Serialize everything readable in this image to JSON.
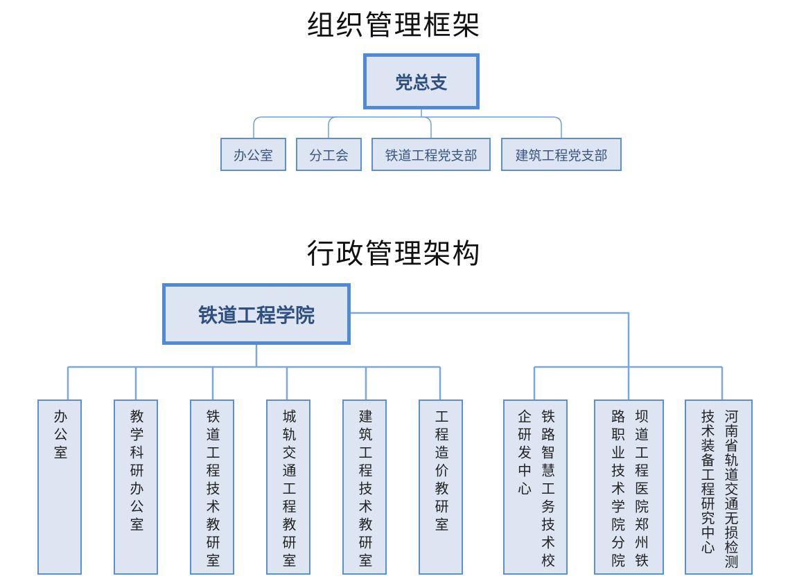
{
  "party": {
    "title": "组织管理框架",
    "root": "党总支",
    "children": [
      "办公室",
      "分工会",
      "铁道工程党支部",
      "建筑工程党支部"
    ]
  },
  "admin": {
    "title": "行政管理架构",
    "root": "铁道工程学院",
    "left_children": [
      "办公室",
      "教学科研办公室",
      "铁道工程技术教研室",
      "城轨交通工程教研室",
      "建筑工程技术教研室",
      "工程造价教研室"
    ],
    "right_children": [
      [
        "铁路智慧工务技术校",
        "企研发中心"
      ],
      [
        "坝道工程医院郑州铁",
        "路职业技术学院分院"
      ],
      [
        "河南省轨道交通无损检测",
        "技术装备工程研究中心"
      ]
    ]
  },
  "colors": {
    "box_fill": "#dde5f2",
    "box_border": "#5b8fd0",
    "line": "#6f9fd8",
    "root_text": "#2f4f80"
  }
}
